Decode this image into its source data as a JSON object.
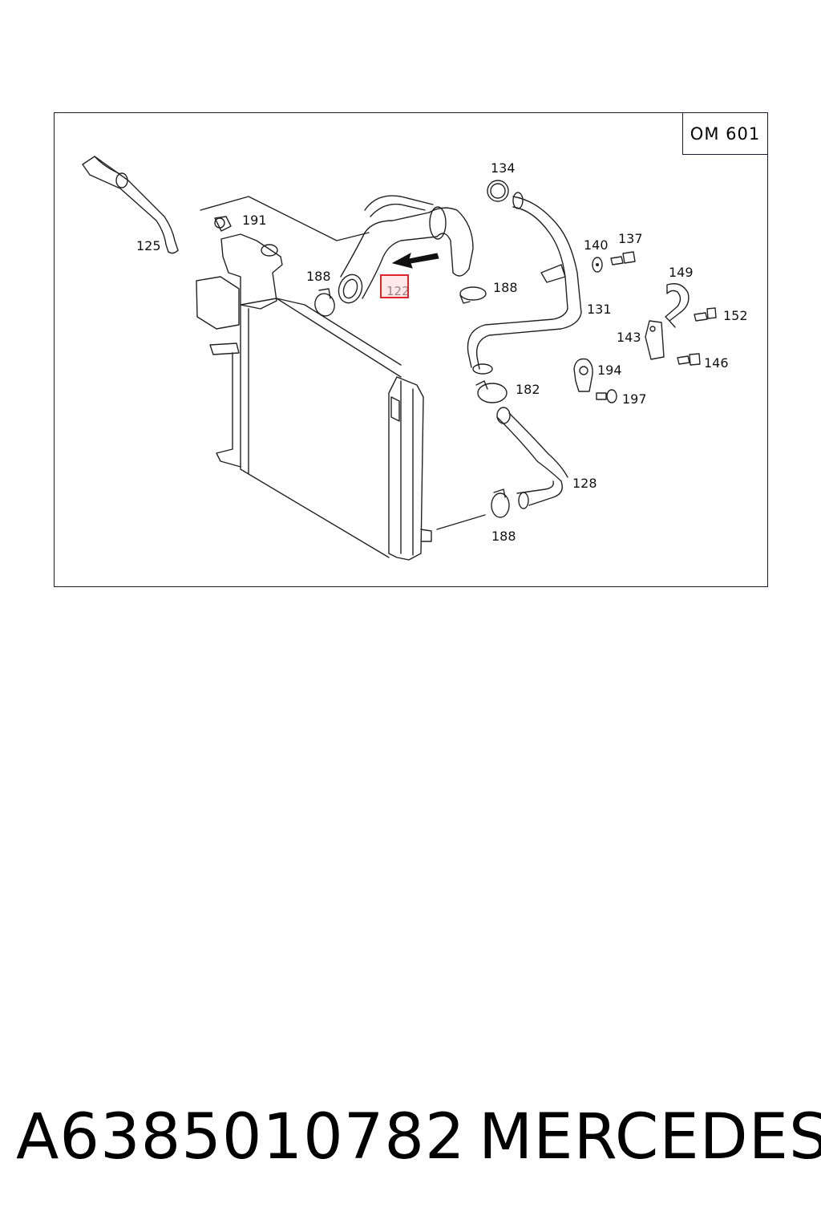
{
  "diagram": {
    "engine_code": "OM 601",
    "highlighted_part": "122",
    "labels": {
      "p125": "125",
      "p191": "191",
      "p188a": "188",
      "p122": "122",
      "p188b": "188",
      "p134": "134",
      "p140": "140",
      "p137": "137",
      "p149": "149",
      "p152": "152",
      "p131": "131",
      "p143": "143",
      "p146": "146",
      "p194": "194",
      "p197": "197",
      "p182": "182",
      "p128": "128",
      "p188c": "188"
    },
    "colors": {
      "highlight": "#e0242c",
      "frame": "#1a1a2e"
    }
  },
  "footer": {
    "part_number": "A6385010782",
    "brand": "MERCEDES"
  }
}
